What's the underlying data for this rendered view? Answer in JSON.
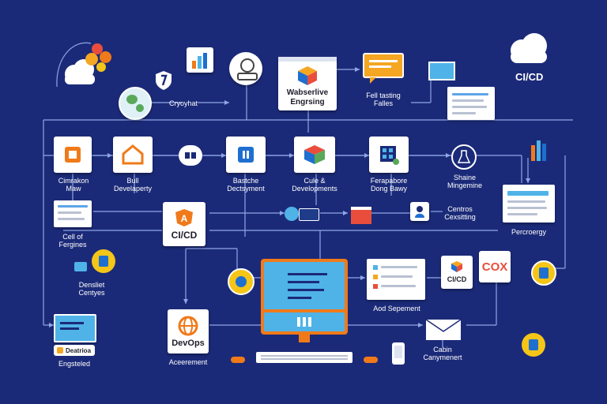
{
  "diagram": {
    "top_right_title": "CI/CD",
    "top": {
      "cryptist_label": "Cryoyhat",
      "center_box_label": "Wabserlive Engrsing",
      "feedback_label": "Fell tasting Falles"
    },
    "row1": [
      {
        "label_line1": "Cimrakon",
        "label_line2": "Maw"
      },
      {
        "label_line1": "Bull",
        "label_line2": "Develaperty"
      },
      {
        "label_line1": "Bastche",
        "label_line2": "Dectsyment"
      },
      {
        "label_line1": "Cule &",
        "label_line2": "Developments"
      },
      {
        "label_line1": "Ferapabore",
        "label_line2": "Dong Bawy"
      },
      {
        "label_line1": "Shaine",
        "label_line2": "Mingemine"
      }
    ],
    "row2": {
      "ci_left_label_line1": "Cell of",
      "ci_left_label_line2": "Fergines",
      "cicd_box": "CI/CD",
      "centro_label_line1": "Centros",
      "centro_label_line2": "Cexsitting",
      "percoremy_label": "Percroergy"
    },
    "row3": {
      "dental_label_line1": "Densliet",
      "dental_label_line2": "Centyes",
      "cicd_small_box": "CI/CD",
      "cox_box": "COX",
      "aod_label": "Aod Sepement"
    },
    "bottom": {
      "badge_text": "Deatrioa",
      "engsterd_label": "Engsteled",
      "devops_box": "DevOps",
      "devops_label": "Aceerement",
      "cabin_label_line1": "Cabin",
      "cabin_label_line2": "Canymenert"
    }
  },
  "colors": {
    "background": "#1b2a78",
    "wire": "#8fa6e6",
    "accent_orange": "#f07a1a",
    "accent_blue": "#4fb3e8",
    "accent_yellow": "#f5c518"
  }
}
